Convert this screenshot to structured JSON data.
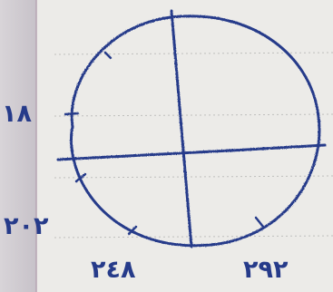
{
  "colors": {
    "paper": "#ecebe8",
    "margin_strip": "#c9c4ca",
    "margin_line": "#b7a5b2",
    "rule_line": "#bfbfbd",
    "ink": "#263b8a"
  },
  "labels": {
    "top_left": "١٨",
    "bottom_left": "٢٠٢",
    "bottom_center": "٢٤٨",
    "bottom_right": "٢٩٢"
  }
}
